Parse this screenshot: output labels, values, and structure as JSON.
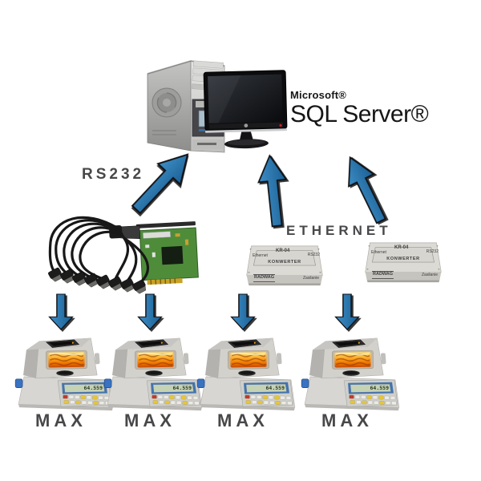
{
  "header": {
    "microsoft": "Microsoft®",
    "product": "SQL Server®"
  },
  "labels": {
    "rs232": "RS232",
    "ethernet": "ETHERNET"
  },
  "converters": [
    {
      "model": "KR-04",
      "port_left": "Ethernet",
      "port_right": "RS232",
      "device_type": "KONWERTER",
      "brand": "RADWAG",
      "power": "Zasilanie"
    },
    {
      "model": "KR-04",
      "port_left": "Ethernet",
      "port_right": "RS232",
      "device_type": "KONWERTER",
      "brand": "RADWAG",
      "power": "Zasilanie"
    }
  ],
  "scales": [
    {
      "label": "MAX",
      "display": "64.559"
    },
    {
      "label": "MAX",
      "display": "64.559"
    },
    {
      "label": "MAX",
      "display": "64.559"
    },
    {
      "label": "MAX",
      "display": "64.559"
    }
  ],
  "icons": {
    "arrow_up": "blue up arrow",
    "arrow_down": "blue down arrow",
    "fan": "tower side fan",
    "lg_logo": "monitor brand dot",
    "power_led": "red power led"
  },
  "colors": {
    "arrow_blue": "#2478b2",
    "arrow_blue_dark": "#1b5f93",
    "label_text": "#48484a",
    "logo_text": "#161616",
    "pcb_green": "#4e8c3a",
    "heater_glow": "#ff9718",
    "display_bezel_blue": "#4273ae",
    "converter_body": "#dcdad5"
  }
}
